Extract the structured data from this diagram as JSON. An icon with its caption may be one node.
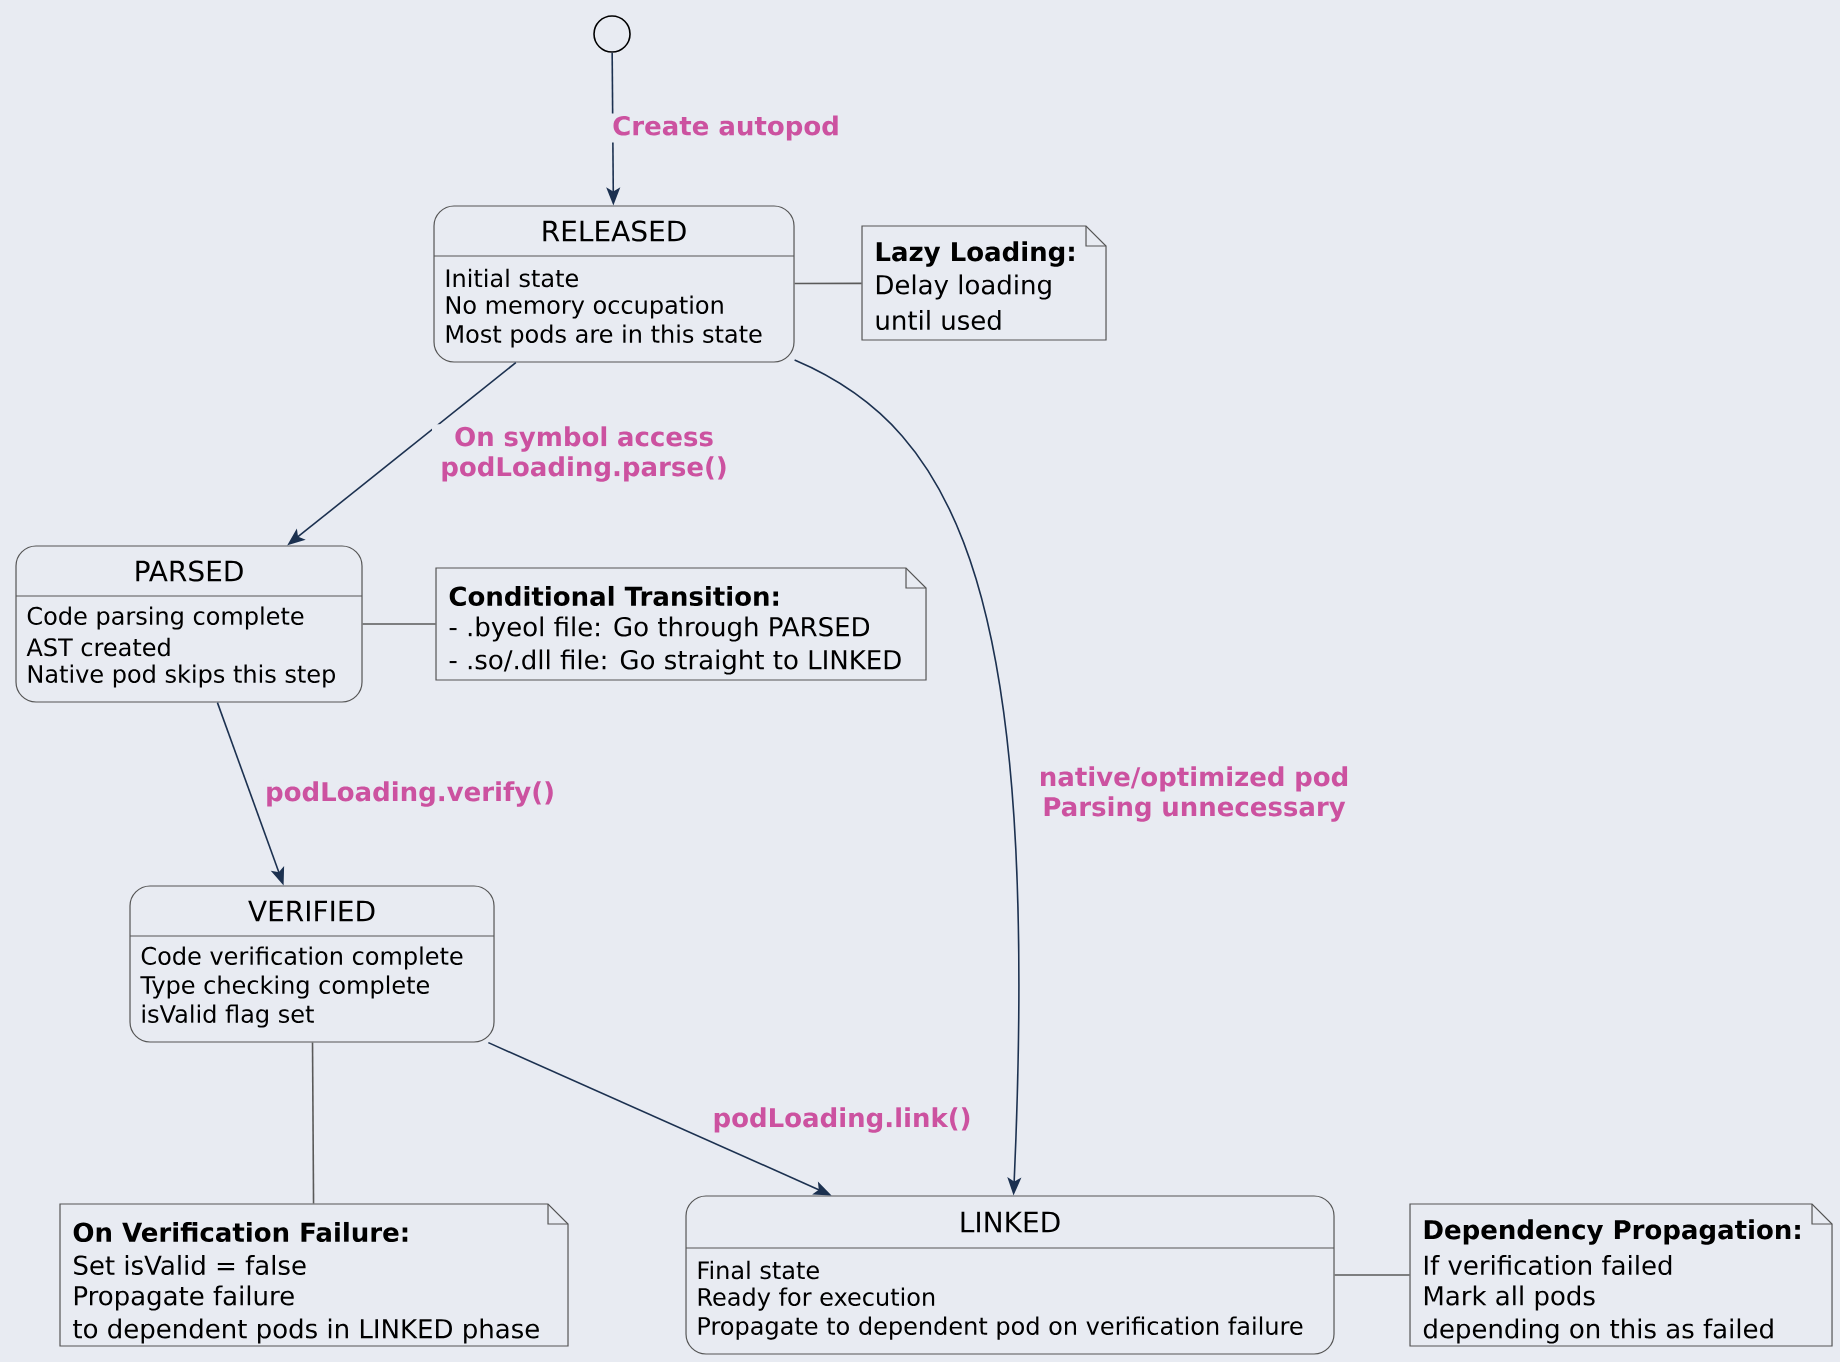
{
  "diagram": {
    "nodes": [
      {
        "text": [],
        "shape": "circle"
      },
      {
        "text": [
          "RELEASED",
          "Initial state",
          "No memory occupation",
          "Most pods are in this state"
        ]
      },
      {
        "text": [
          "Lazy Loading:",
          "Delay loading",
          "until used"
        ]
      },
      {
        "text": [
          "PARSED",
          "Code parsing complete",
          "AST created",
          "Native pod skips this step"
        ]
      },
      {
        "text": [
          "Conditional Transition:",
          "- .byeol file: Go through PARSED",
          "- .so/.dll file: Go straight to LINKED"
        ]
      },
      {
        "text": [
          "VERIFIED",
          "Code verification complete",
          "Type checking complete",
          "isValid flag set"
        ]
      },
      {
        "text": [
          "On Verification Failure:",
          "Set isValid = false",
          "Propagate failure",
          "to dependent pods in LINKED phase"
        ]
      },
      {
        "text": [
          "LINKED",
          "Final state",
          "Ready for execution",
          "Propagate to dependent pod on verification failure"
        ]
      },
      {
        "text": [
          "Dependency Propagation:",
          "If verification failed",
          "Mark all pods",
          "depending on this as failed"
        ]
      }
    ],
    "edges": [
      {
        "from": 0,
        "to": 1,
        "arrow": "to",
        "label": "Create autopod"
      },
      {
        "from": 1,
        "to": 3,
        "arrow": "to",
        "label": "On symbol access podLoading.parse()"
      },
      {
        "from": 1,
        "to": 7,
        "arrow": "to",
        "label": "native/optimized pod Parsing unnecessary"
      },
      {
        "from": 3,
        "to": 5,
        "arrow": "to",
        "label": "podLoading.verify()"
      },
      {
        "from": 5,
        "to": 7,
        "arrow": "to",
        "label": "podLoading.link()"
      },
      {
        "from": 2,
        "to": 1,
        "arrow": "none",
        "color": "#5a5a5a"
      },
      {
        "from": 4,
        "to": 3,
        "arrow": "none",
        "color": "#5a5a5a"
      },
      {
        "from": 6,
        "to": 5,
        "arrow": "none",
        "color": "#5a5a5a"
      },
      {
        "from": 8,
        "to": 7,
        "arrow": "none",
        "color": "#5a5a5a"
      }
    ]
  }
}
